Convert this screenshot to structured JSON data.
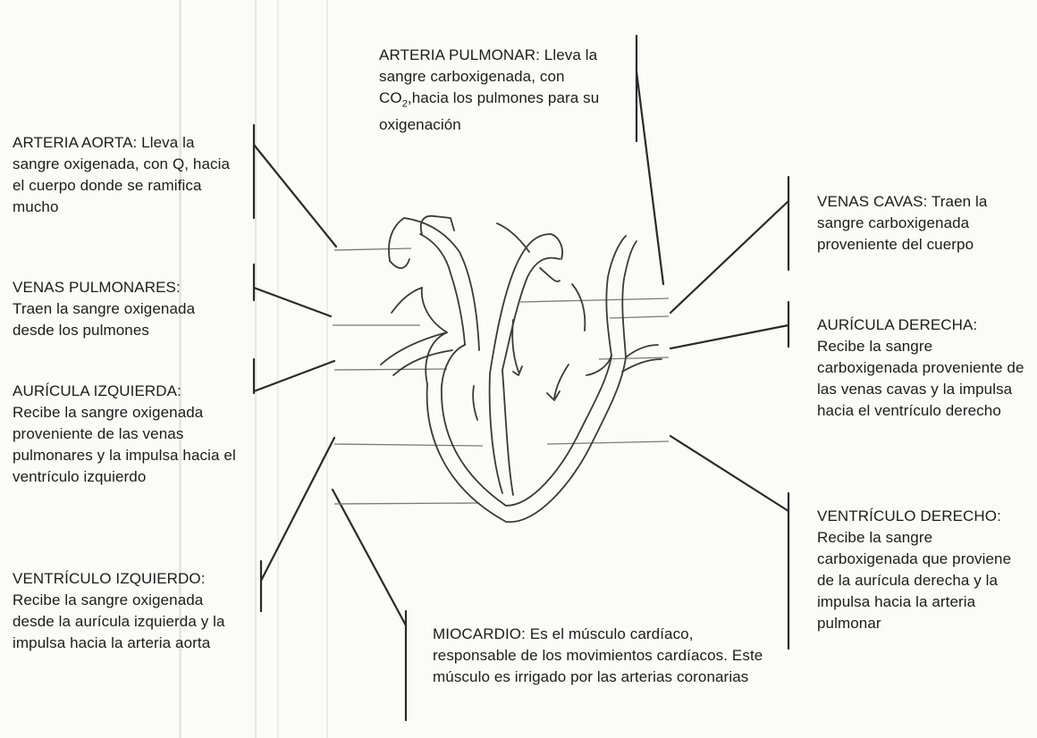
{
  "labels": {
    "arteria_aorta": {
      "heading": "ARTERIA AORTA:",
      "desc": "Lleva la sangre oxigenada, con Q, hacia el cuerpo donde se ramifica mucho"
    },
    "venas_pulmonares": {
      "heading": "VENAS PULMONARES:",
      "desc": "Traen la sangre oxigenada desde los pulmones"
    },
    "auricula_izquierda": {
      "heading": "AURÍCULA IZQUIERDA:",
      "desc": "Recibe la sangre oxigenada proveniente de las venas pulmonares y la impulsa hacia el ventrículo izquierdo"
    },
    "ventriculo_izquierdo": {
      "heading": "VENTRÍCULO IZQUIERDO:",
      "desc": "Recibe la sangre oxigenada desde la aurícula izquierda y la impulsa hacia la arteria aorta"
    },
    "arteria_pulmonar": {
      "heading": "ARTERIA PULMONAR:",
      "desc_before": "Lleva la sangre carboxigenada, con CO",
      "subscript": "2",
      "desc_after": ",hacia los pulmones para su oxigenación"
    },
    "miocardio": {
      "heading": "MIOCARDIO:",
      "desc": "Es el músculo cardíaco, responsable de los movimientos cardíacos. Este músculo es irrigado por las arterias coronarias"
    },
    "venas_cavas": {
      "heading": "VENAS CAVAS:",
      "desc": "Traen la sangre carboxigenada proveniente del cuerpo"
    },
    "auricula_derecha": {
      "heading": "AURÍCULA DERECHA:",
      "desc": "Recibe la sangre carboxigenada proveniente de las venas cavas y la impulsa hacia el ventrículo derecho"
    },
    "ventriculo_derecho": {
      "heading": "VENTRÍCULO DERECHO:",
      "desc": "Recibe la sangre carboxigenada que proviene de la aurícula derecha y la impulsa hacia la arteria pulmonar"
    }
  }
}
